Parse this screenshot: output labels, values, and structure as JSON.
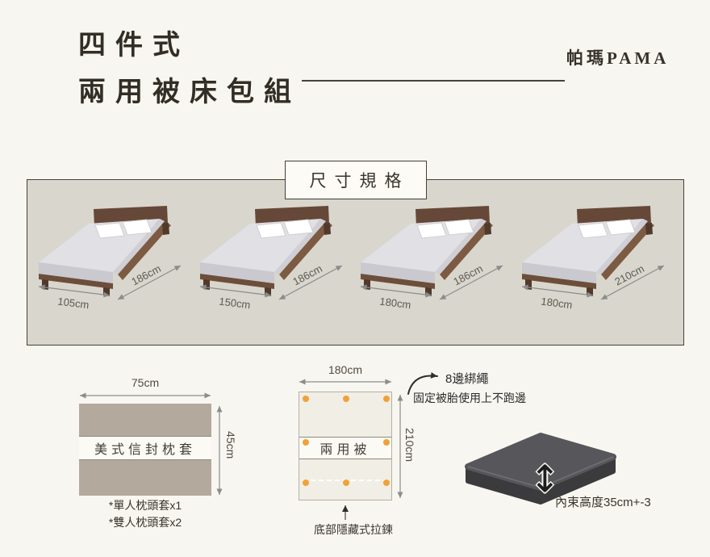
{
  "header": {
    "title_line1": "四件式",
    "title_line2": "兩用被床包組",
    "brand": "帕瑪PAMA"
  },
  "size_panel": {
    "title": "尺寸規格",
    "beds": [
      {
        "width": "105cm",
        "length": "186cm"
      },
      {
        "width": "150cm",
        "length": "186cm"
      },
      {
        "width": "180cm",
        "length": "186cm"
      },
      {
        "width": "180cm",
        "length": "210cm"
      }
    ]
  },
  "pillow": {
    "width": "75cm",
    "height": "45cm",
    "label": "美式信封枕套",
    "note1": "*單人枕頭套x1",
    "note2": "*雙人枕頭套x2"
  },
  "quilt": {
    "width": "180cm",
    "height": "210cm",
    "label": "兩用被",
    "zipper_note": "底部隱藏式拉鍊",
    "tie_title": "8邊綁繩",
    "tie_desc": "固定被胎使用上不跑邊"
  },
  "fitted": {
    "height_note": "內束高度35cm+-3"
  },
  "colors": {
    "background": "#f8f6f0",
    "panel": "#d9d6cd",
    "taupe": "#b3a99c",
    "tie_dot": "#f0a236",
    "mattress_dark": "#3b3b3e"
  }
}
